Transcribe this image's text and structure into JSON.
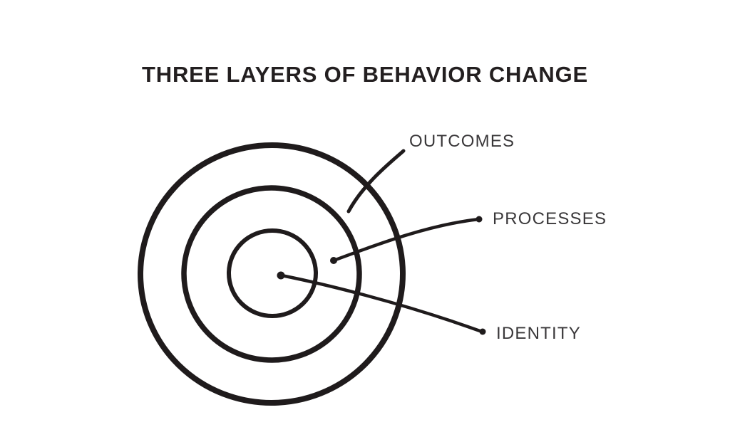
{
  "diagram": {
    "title": "THREE LAYERS OF BEHAVIOR CHANGE",
    "layers": [
      {
        "name": "outcomes",
        "label": "OUTCOMES",
        "ring": "outer"
      },
      {
        "name": "processes",
        "label": "PROCESSES",
        "ring": "middle"
      },
      {
        "name": "identity",
        "label": "IDENTITY",
        "ring": "inner"
      }
    ],
    "colors": {
      "background": "#ffffff",
      "ink": "#1f1b1c",
      "label_text": "#3a383a",
      "title_text": "#231f20"
    }
  }
}
